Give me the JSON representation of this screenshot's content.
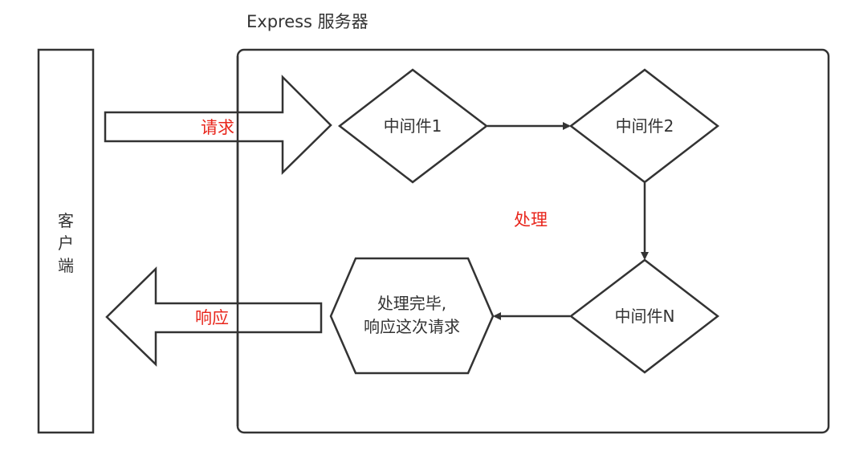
{
  "title": "Express 服务器",
  "client": {
    "label_line1": "客",
    "label_line2": "户",
    "label_line3": "端"
  },
  "arrows": {
    "request_label": "请求",
    "response_label": "响应",
    "process_label": "处理"
  },
  "nodes": {
    "middleware1": "中间件1",
    "middleware2": "中间件2",
    "middlewareN": "中间件N",
    "final_line1": "处理完毕,",
    "final_line2": "响应这次请求"
  },
  "colors": {
    "stroke": "#333333",
    "label_red": "#e8261c",
    "background": "#ffffff"
  }
}
